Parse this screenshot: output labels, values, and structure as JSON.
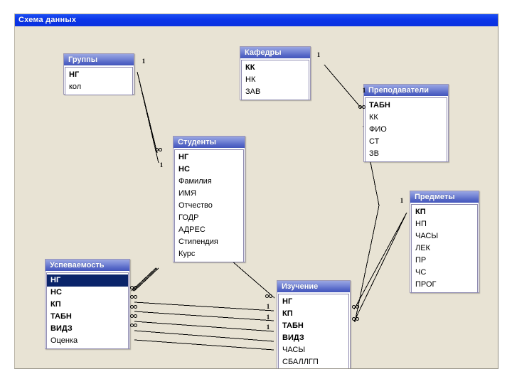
{
  "window": {
    "title": "Схема данных"
  },
  "tables": [
    {
      "id": "gruppy",
      "title": "Группы",
      "fields": [
        {
          "name": "НГ",
          "key": true,
          "selected": false
        },
        {
          "name": "кол",
          "key": false,
          "selected": false
        }
      ]
    },
    {
      "id": "kafedry",
      "title": "Кафедры",
      "fields": [
        {
          "name": "КК",
          "key": true,
          "selected": false
        },
        {
          "name": "НК",
          "key": false,
          "selected": false
        },
        {
          "name": "ЗАВ",
          "key": false,
          "selected": false
        }
      ]
    },
    {
      "id": "prepodavateli",
      "title": "Преподаватели",
      "fields": [
        {
          "name": "ТАБН",
          "key": true,
          "selected": false
        },
        {
          "name": "КК",
          "key": false,
          "selected": false
        },
        {
          "name": "ФИО",
          "key": false,
          "selected": false
        },
        {
          "name": "СТ",
          "key": false,
          "selected": false
        },
        {
          "name": "ЗВ",
          "key": false,
          "selected": false
        }
      ]
    },
    {
      "id": "studenty",
      "title": "Студенты",
      "fields": [
        {
          "name": "НГ",
          "key": true,
          "selected": false
        },
        {
          "name": "НС",
          "key": true,
          "selected": false
        },
        {
          "name": "Фамилия",
          "key": false,
          "selected": false
        },
        {
          "name": "ИМЯ",
          "key": false,
          "selected": false
        },
        {
          "name": "Отчество",
          "key": false,
          "selected": false
        },
        {
          "name": "ГОДР",
          "key": false,
          "selected": false
        },
        {
          "name": "АДРЕС",
          "key": false,
          "selected": false
        },
        {
          "name": "Стипендия",
          "key": false,
          "selected": false
        },
        {
          "name": "Курс",
          "key": false,
          "selected": false
        }
      ]
    },
    {
      "id": "predmety",
      "title": "Предметы",
      "fields": [
        {
          "name": "КП",
          "key": true,
          "selected": false
        },
        {
          "name": "НП",
          "key": false,
          "selected": false
        },
        {
          "name": "ЧАСЫ",
          "key": false,
          "selected": false
        },
        {
          "name": "ЛЕК",
          "key": false,
          "selected": false
        },
        {
          "name": "ПР",
          "key": false,
          "selected": false
        },
        {
          "name": "ЧС",
          "key": false,
          "selected": false
        },
        {
          "name": "ПРОГ",
          "key": false,
          "selected": false
        }
      ]
    },
    {
      "id": "uspevaemost",
      "title": "Успеваемость",
      "fields": [
        {
          "name": "НГ",
          "key": true,
          "selected": true
        },
        {
          "name": "НС",
          "key": true,
          "selected": false
        },
        {
          "name": "КП",
          "key": true,
          "selected": false
        },
        {
          "name": "ТАБН",
          "key": true,
          "selected": false
        },
        {
          "name": "ВИДЗ",
          "key": true,
          "selected": false
        },
        {
          "name": "Оценка",
          "key": false,
          "selected": false
        }
      ]
    },
    {
      "id": "izuchenie",
      "title": "Изучение",
      "fields": [
        {
          "name": "НГ",
          "key": true,
          "selected": false
        },
        {
          "name": "КП",
          "key": true,
          "selected": false
        },
        {
          "name": "ТАБН",
          "key": true,
          "selected": false
        },
        {
          "name": "ВИДЗ",
          "key": true,
          "selected": false
        },
        {
          "name": "ЧАСЫ",
          "key": false,
          "selected": false
        },
        {
          "name": "СБАЛЛГП",
          "key": false,
          "selected": false
        }
      ]
    }
  ],
  "markers": {
    "one": "1",
    "many": "infinity-symbol"
  },
  "colors": {
    "titlebar": "#0b35e8",
    "table_header": "#5466c6",
    "canvas": "#e8e3d4",
    "selected_field": "#0a246a"
  }
}
